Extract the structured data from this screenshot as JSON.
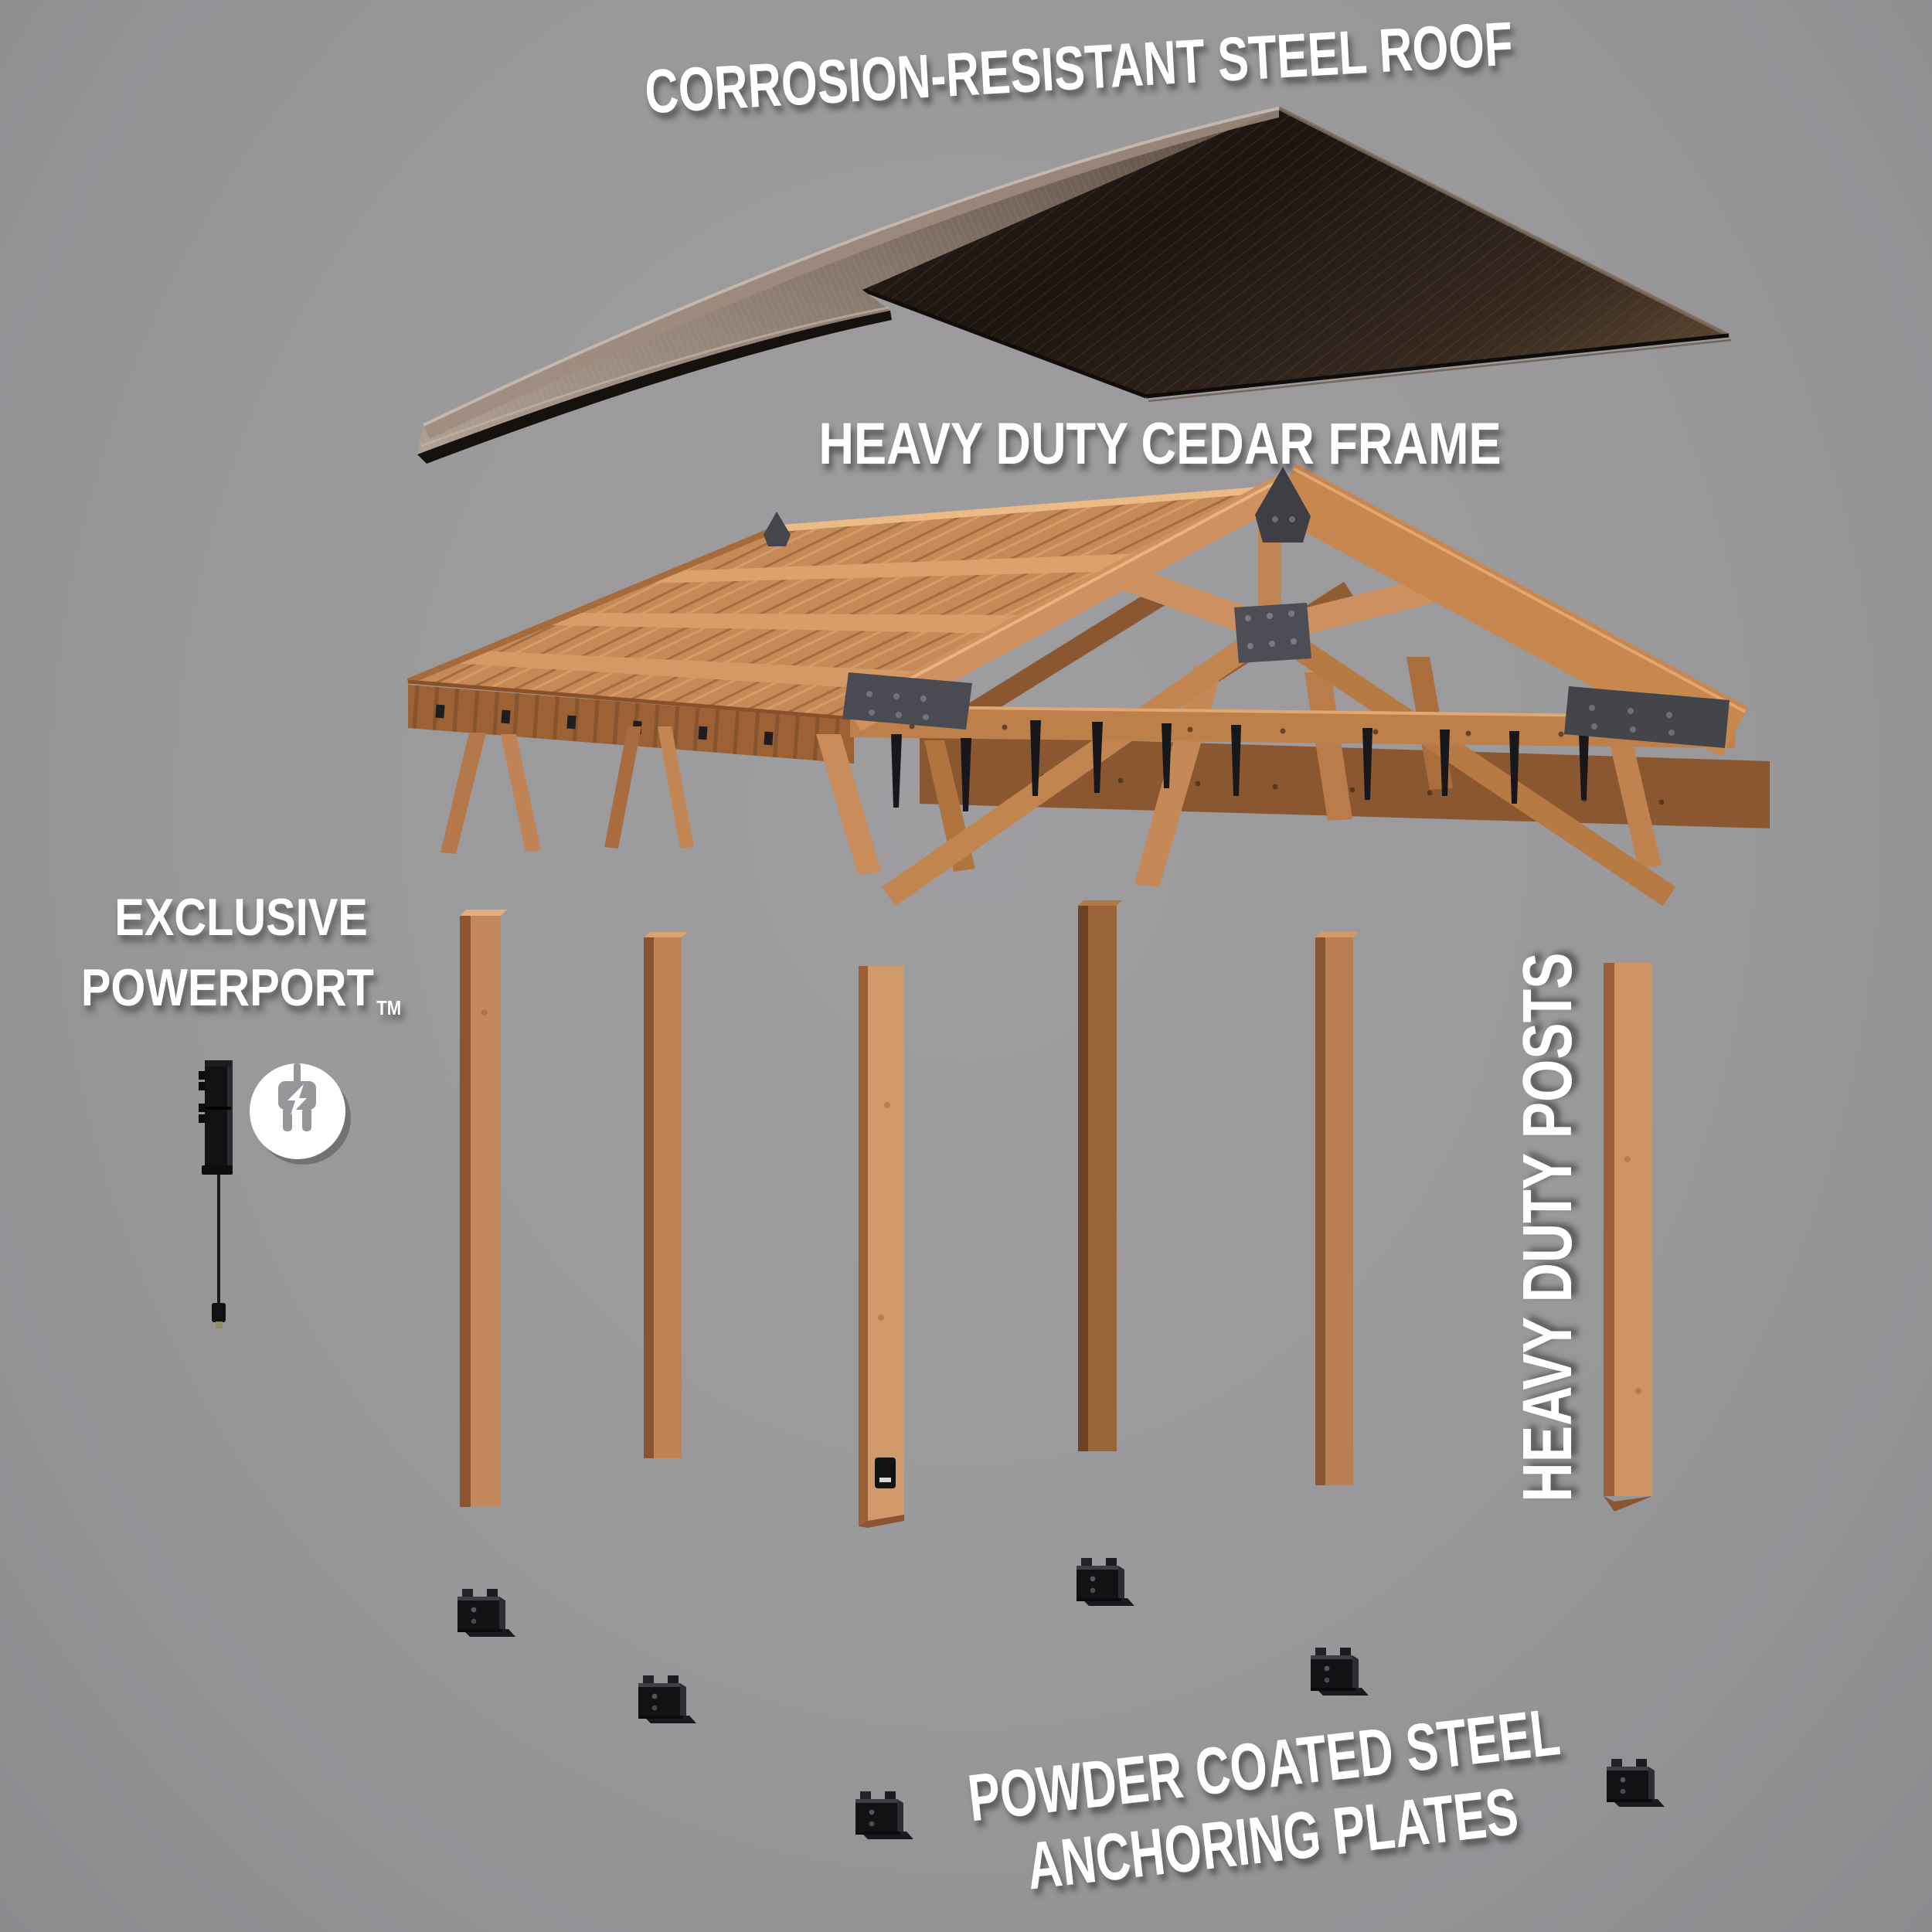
{
  "diagram_title": "Pavilion exploded-view product diagram",
  "background": {
    "color": "#9a999b",
    "vignette_edge": "#8b8a8d"
  },
  "text_color": "#ffffff",
  "callouts": {
    "roof": {
      "label": "CORROSION-RESISTANT STEEL ROOF"
    },
    "frame": {
      "label": "HEAVY DUTY CEDAR FRAME"
    },
    "powerport": {
      "line1": "EXCLUSIVE",
      "line2": "POWERPORT",
      "trademark": "TM"
    },
    "posts": {
      "label": "HEAVY DUTY POSTS"
    },
    "plates": {
      "line1": "POWDER COATED STEEL",
      "line2": "ANCHORING PLATES"
    }
  },
  "components": [
    {
      "name": "steel-roof",
      "dark_panel_color": "#1f1813",
      "light_panel_color": "#8d7c6f"
    },
    {
      "name": "cedar-frame",
      "wood_color": "#c58a57",
      "bracket_color": "#4a4a52"
    },
    {
      "name": "heavy-duty-posts",
      "count": 6,
      "wood_color": "#c3895c"
    },
    {
      "name": "powerport-device",
      "color": "#121214"
    },
    {
      "name": "power-plug-icon",
      "glyph": "plug-with-lightning-bolt",
      "color": "#ffffff"
    },
    {
      "name": "anchoring-plates",
      "count": 6,
      "color": "#121215"
    }
  ]
}
